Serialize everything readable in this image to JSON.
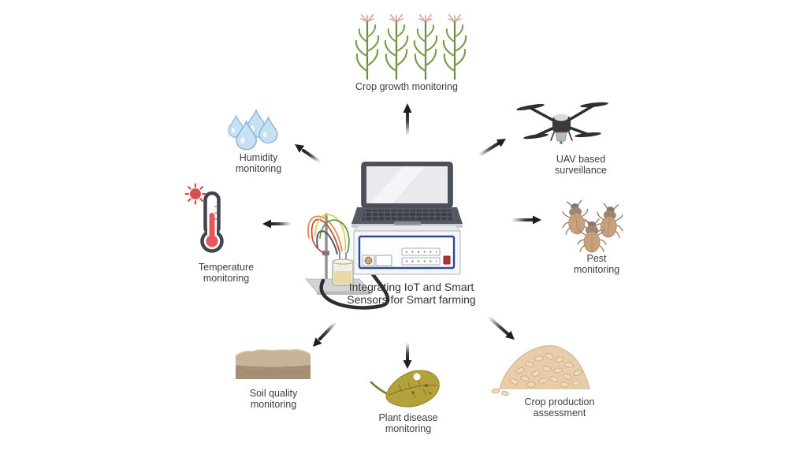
{
  "diagram": {
    "title": "Integrating IoT and Smart Sensors for Smart farming",
    "nodes": [
      {
        "id": "crop-growth",
        "label": "Crop growth monitoring",
        "icon": "corn-plants-icon",
        "position": "top"
      },
      {
        "id": "uav-surveillance",
        "label": "UAV based surveillance",
        "icon": "drone-icon",
        "position": "top-right"
      },
      {
        "id": "pest",
        "label": "Pest monitoring",
        "icon": "beetles-icon",
        "position": "right"
      },
      {
        "id": "crop-production",
        "label": "Crop production assessment",
        "icon": "grain-pile-icon",
        "position": "bottom-right"
      },
      {
        "id": "plant-disease",
        "label": "Plant disease monitoring",
        "icon": "leaf-icon",
        "position": "bottom"
      },
      {
        "id": "soil-quality",
        "label": "Soil quality monitoring",
        "icon": "soil-layers-icon",
        "position": "bottom-left"
      },
      {
        "id": "temperature",
        "label": "Temperature monitoring",
        "icon": "thermometer-icon",
        "position": "left"
      },
      {
        "id": "humidity",
        "label": "Humidity monitoring",
        "icon": "water-drops-icon",
        "position": "top-left"
      }
    ],
    "colors": {
      "background": "#ffffff",
      "label_text": "#3d3d3d",
      "arrow": "#1e1e1e",
      "panel_blue": "#2a4a99",
      "thermometer_red": "#e4555c",
      "sun_red": "#d84f4f",
      "drop_blue": "#c6e0f4",
      "corn_green": "#7d9c4e",
      "corn_tassel": "#d9aba1",
      "soil_top": "#c8b299",
      "soil_bottom": "#a68e75",
      "grain_tan": "#e7cda9",
      "leaf_olive": "#b2a23c",
      "beetle_brown": "#c7a17c",
      "device_gray": "#545962",
      "button_red": "#b33636"
    }
  }
}
